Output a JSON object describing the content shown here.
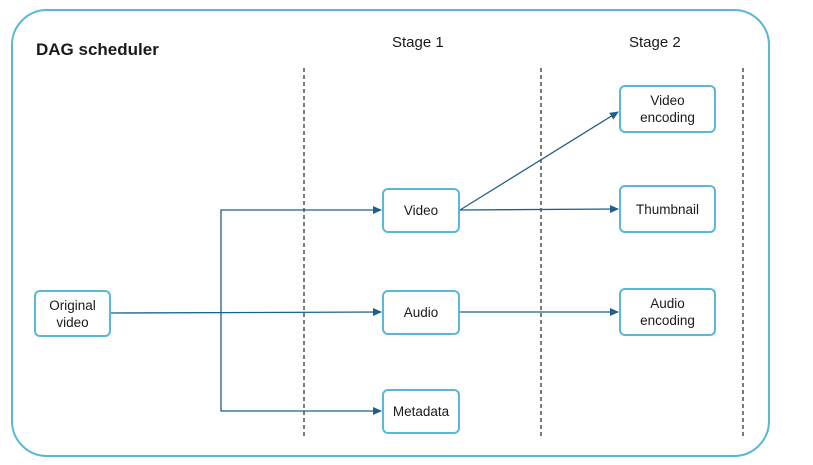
{
  "title": "DAG scheduler",
  "stages": [
    "Stage 1",
    "Stage 2"
  ],
  "nodes": {
    "original": "Original\nvideo",
    "video": "Video",
    "audio": "Audio",
    "metadata": "Metadata",
    "video_encoding": "Video\nencoding",
    "thumbnail": "Thumbnail",
    "audio_encoding": "Audio\nencoding"
  },
  "colors": {
    "border": "#5ab8d6",
    "arrow": "#1f5f8b",
    "divider": "#333333"
  }
}
